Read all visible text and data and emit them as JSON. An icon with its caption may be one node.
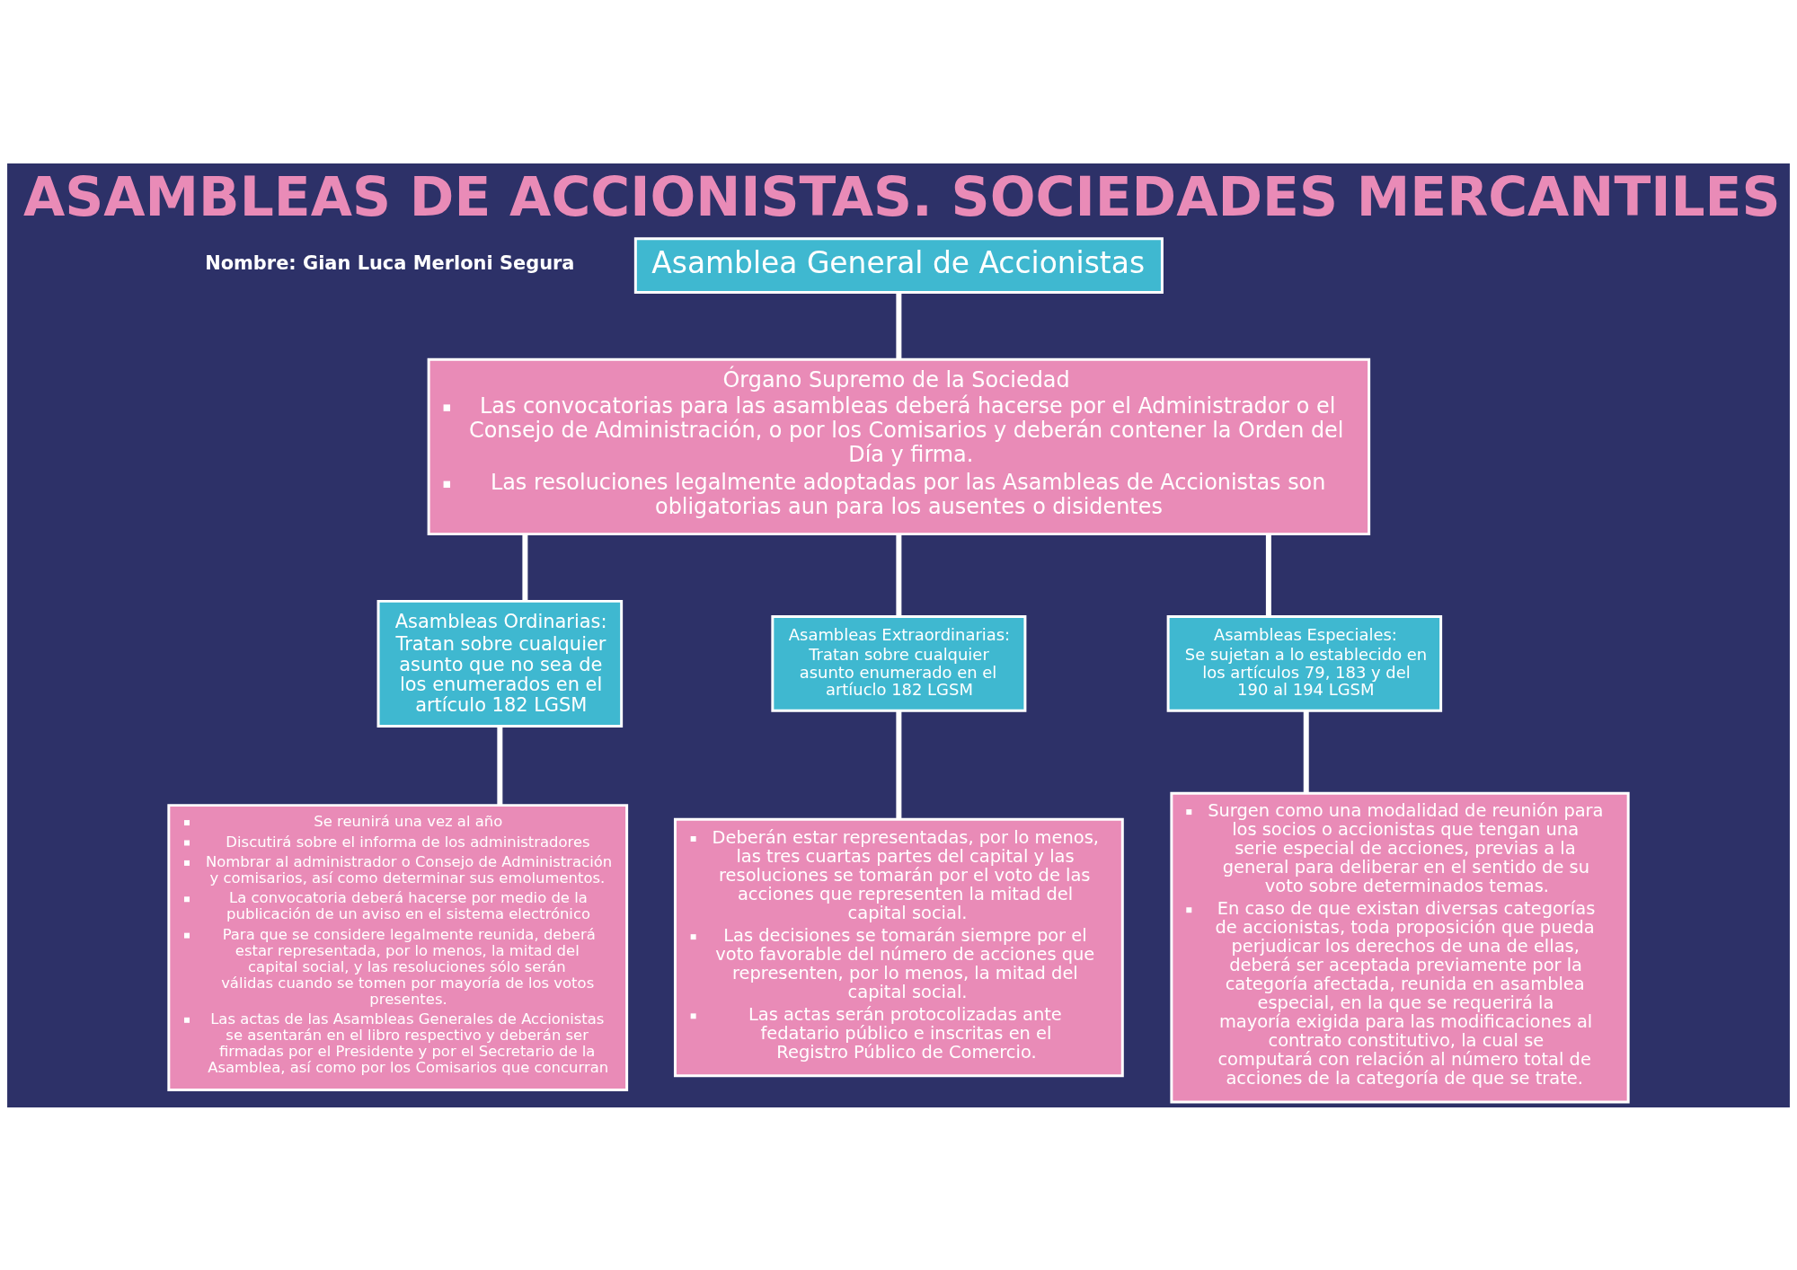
{
  "diagram": {
    "title": "ASAMBLEAS DE ACCIONISTAS. SOCIEDADES MERCANTILES",
    "nodes": [
      {
        "text": [
          "Asamblea General de Accionistas"
        ]
      },
      {
        "text": [
          "Órgano Supremo de la Sociedad",
          "Las convocatorias para las asambleas deberá hacerse por el Administrador o el Consejo de Administración, o por los Comisarios y deberán contener la Orden del Día y firma.",
          "Las resoluciones legalmente adoptadas por las Asambleas de Accionistas son obligatorias aun para los ausentes o disidentes"
        ]
      },
      {
        "text": [
          "Asambleas Ordinarias:",
          "Tratan sobre cualquier asunto que no sea de los enumerados en el artículo 182 LGSM"
        ]
      },
      {
        "text": [
          "Asambleas Extraordinarias:",
          "Tratan sobre cualquier asunto enumerado en el artíuclo 182 LGSM"
        ]
      },
      {
        "text": [
          "Asambleas Especiales:",
          "Se sujetan a lo establecido en los artículos 79, 183 y del 190 al 194 LGSM"
        ]
      },
      {
        "text": [
          "Se reunirá una vez al año",
          "Discutirá sobre el informa de los administradores",
          "Nombrar al administrador o Consejo de Administración y comisarios, así como determinar sus emolumentos.",
          "La convocatoria deberá hacerse por medio de la publicación de un aviso en el sistema electrónico",
          "Para que se considere legalmente reunida, deberá estar representada, por lo menos, la mitad del capital social, y las resoluciones sólo serán válidas cuando se tomen por mayoría de los votos presentes.",
          "Las actas de las Asambleas Generales de Accionistas se asentarán en el libro respectivo y deberán ser firmadas por el Presidente y por el Secretario de la Asamblea, así como por los Comisarios que concurran"
        ]
      },
      {
        "text": [
          "Deberán estar representadas, por lo menos, las tres cuartas partes del capital y las resoluciones se tomarán por el voto de las acciones que representen la mitad del capital social.",
          "Las decisiones se tomarán siempre por el voto favorable del número de acciones que representen, por lo menos, la mitad del capital social.",
          "Las actas serán protocolizadas ante fedatario público e inscritas en el Registro Público de Comercio."
        ]
      },
      {
        "text": [
          "Surgen como una modalidad de reunión para los socios o accionistas que tengan una serie especial de acciones, previas a la general para deliberar en el sentido de su voto sobre determinados temas.",
          "En caso de que existan diversas categorías de accionistas, toda proposición que pueda perjudicar los derechos de una de ellas, deberá ser aceptada previamente por la categoría afectada, reunida en asamblea especial, en la que se requerirá la mayoría exigida para las modificaciones al contrato constitutivo, la cual se computará con relación al número total de acciones de la categoría de que se trate."
        ]
      }
    ],
    "edges": [
      {
        "from": 0,
        "to": 1,
        "arrow": "none"
      },
      {
        "from": 1,
        "to": 2,
        "arrow": "none"
      },
      {
        "from": 1,
        "to": 3,
        "arrow": "none"
      },
      {
        "from": 1,
        "to": 4,
        "arrow": "none"
      },
      {
        "from": 2,
        "to": 5,
        "arrow": "none"
      },
      {
        "from": 3,
        "to": 6,
        "arrow": "none"
      },
      {
        "from": 4,
        "to": 7,
        "arrow": "none"
      }
    ],
    "labels": [
      "Nombre: Gian Luca Merloni Segura"
    ]
  }
}
